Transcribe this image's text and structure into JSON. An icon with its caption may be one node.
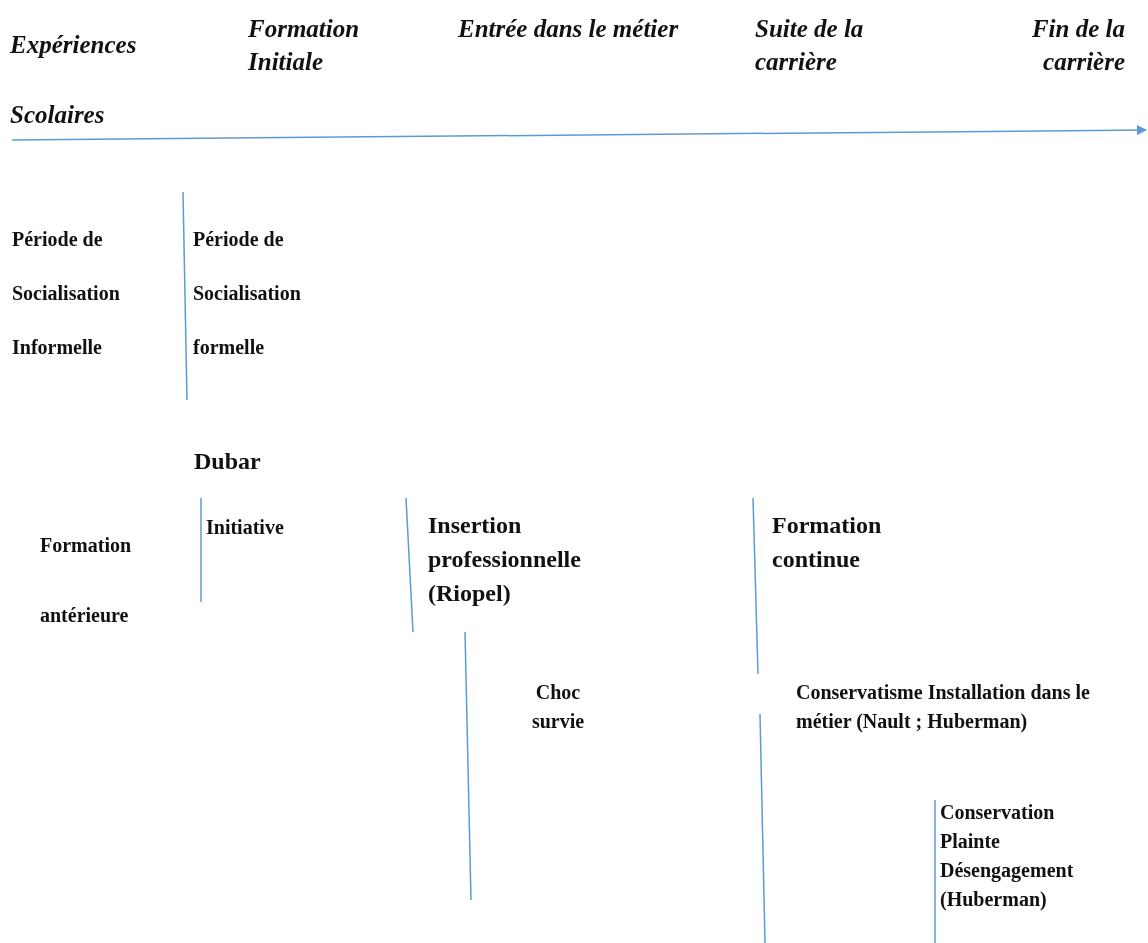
{
  "diagram": {
    "labels": [
      "Expériences Scolaires",
      "Formation Initiale",
      "Entrée dans le métier",
      "Suite de la carrière",
      "Fin de la carrière",
      "Période de Socialisation Informelle",
      "Période de Socialisation formelle",
      "Dubar",
      "Formation antérieure",
      "Initiative",
      "Insertion professionnelle (Riopel)",
      "Formation continue",
      "Choc survie",
      "Conservatisme Installation dans le métier (Nault ; Huberman)",
      "Conservation Plainte Désengagement (Huberman)"
    ]
  }
}
